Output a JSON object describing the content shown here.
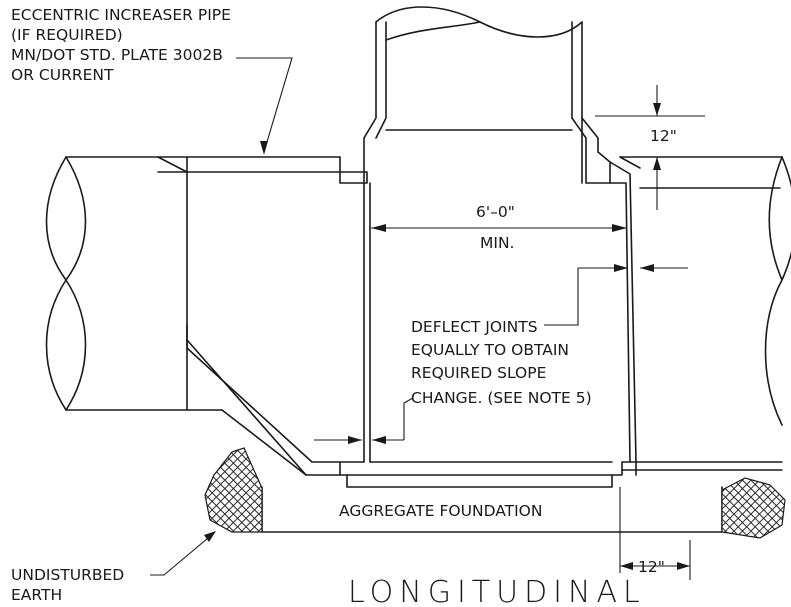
{
  "labels": {
    "increaser_line1": "ECCENTRIC INCREASER PIPE",
    "increaser_line2": "(IF REQUIRED)",
    "increaser_line3": "MN/DOT STD. PLATE 3002B",
    "increaser_line4": "OR CURRENT",
    "dim_12_top": "12\"",
    "dim_6ft_line1": "6'–0\"",
    "dim_6ft_line2": "MIN.",
    "deflect_line1": "DEFLECT JOINTS",
    "deflect_line2": "EQUALLY TO OBTAIN",
    "deflect_line3": "REQUIRED SLOPE",
    "deflect_line4": "CHANGE. (SEE NOTE 5)",
    "aggregate": "AGGREGATE FOUNDATION",
    "dim_12_bottom": "12\"",
    "earth_line1": "UNDISTURBED",
    "earth_line2": "EARTH",
    "section_title": "LONGITUDINAL"
  },
  "colors": {
    "ink": "#1a1a1a",
    "hatch": "#2a2a2a",
    "background": "#ffffff"
  }
}
